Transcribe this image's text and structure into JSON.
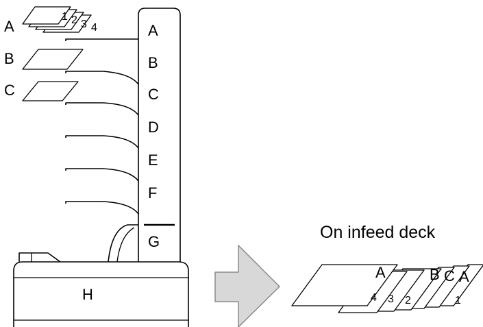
{
  "tower": {
    "bin_labels": [
      "A",
      "B",
      "C",
      "D",
      "E",
      "F",
      "G"
    ],
    "base_label": "H"
  },
  "documents": {
    "set_labels": [
      "A",
      "B",
      "C"
    ],
    "page_numbers": [
      "1",
      "2",
      "3",
      "4"
    ]
  },
  "result": {
    "caption": "On infeed deck",
    "stack_labels": [
      "A",
      "B",
      "C",
      "A"
    ],
    "page_numbers": [
      "4",
      "3",
      "2",
      "1"
    ]
  },
  "colors": {
    "line": "#000000",
    "arrow_fill": "#d8d8d8",
    "arrow_stroke": "#8a8a8a",
    "background": "#ffffff"
  }
}
